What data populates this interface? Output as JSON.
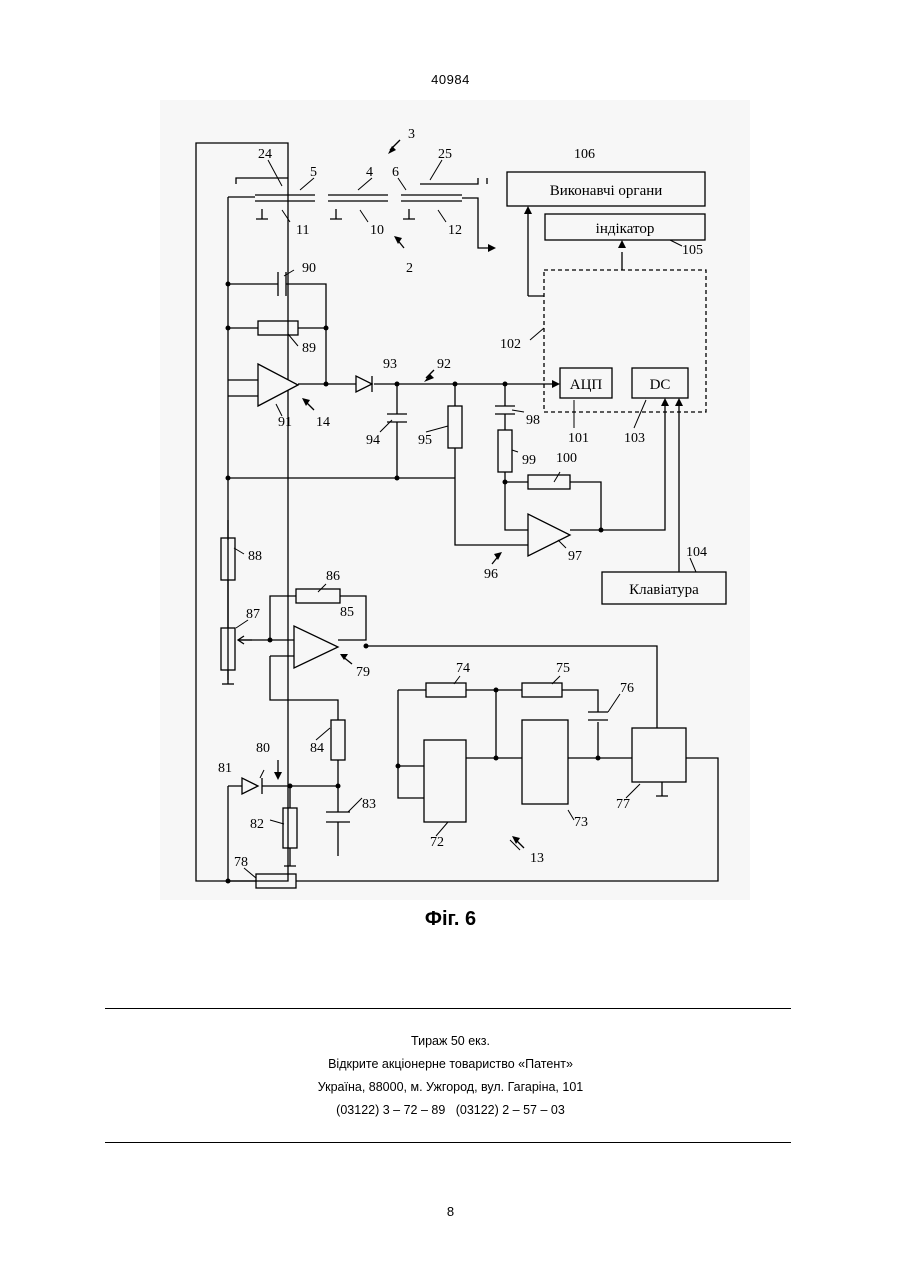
{
  "header": {
    "doc_number": "40984"
  },
  "figure": {
    "caption": "Фіг. 6",
    "boxes": {
      "executive": "Виконавчі органи",
      "indicator": "індікатор",
      "adc": "АЦП",
      "dc": "DC",
      "keyboard": "Клавіатура"
    },
    "labels": [
      "24",
      "5",
      "4",
      "6",
      "25",
      "3",
      "11",
      "10",
      "12",
      "2",
      "106",
      "105",
      "102",
      "90",
      "89",
      "93",
      "92",
      "91",
      "14",
      "94",
      "95",
      "98",
      "101",
      "103",
      "99",
      "100",
      "97",
      "96",
      "104",
      "88",
      "86",
      "85",
      "87",
      "79",
      "74",
      "75",
      "76",
      "84",
      "80",
      "81",
      "83",
      "82",
      "78",
      "72",
      "73",
      "77",
      "13"
    ]
  },
  "footer": {
    "lines": [
      "Тираж 50 екз.",
      "Відкрите акціонерне товариство «Патент»",
      "Україна, 88000, м. Ужгород, вул. Гагаріна, 101",
      "(03122) 3 – 72 – 89   (03122) 2 – 57 – 03"
    ]
  },
  "page": {
    "number": "8"
  }
}
